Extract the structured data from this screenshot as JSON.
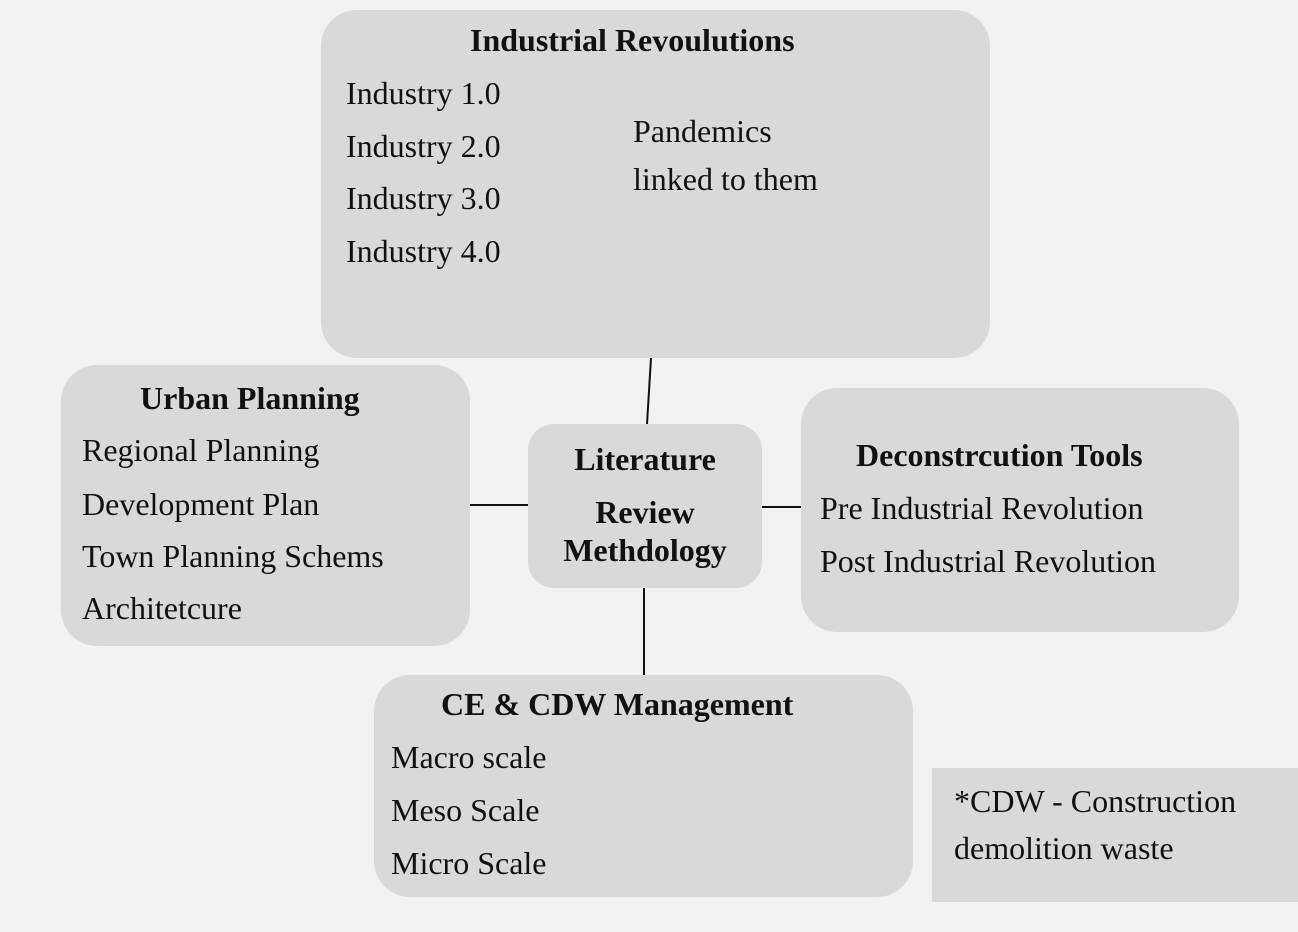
{
  "industrial": {
    "title": "Industrial Revoulutions",
    "items": [
      "Industry 1.0",
      "Industry 2.0",
      "Industry 3.0",
      "Industry 4.0"
    ],
    "note_line1": "Pandemics",
    "note_line2": "linked to them"
  },
  "urban": {
    "title": "Urban Planning",
    "items": [
      "Regional Planning",
      "Development Plan",
      "Town Planning Schems",
      "Architetcure"
    ]
  },
  "center": {
    "line1": "Literature",
    "line2": "Review",
    "line3": "Methdology"
  },
  "decon": {
    "title": "Deconstrcution Tools",
    "items": [
      "Pre Industrial Revolution",
      "Post Industrial Revolution"
    ]
  },
  "ce": {
    "title": "CE & CDW Management",
    "items": [
      "Macro scale",
      "Meso Scale",
      "Micro Scale"
    ]
  },
  "footnote": {
    "line1": "*CDW - Construction",
    "line2": "demolition waste"
  }
}
